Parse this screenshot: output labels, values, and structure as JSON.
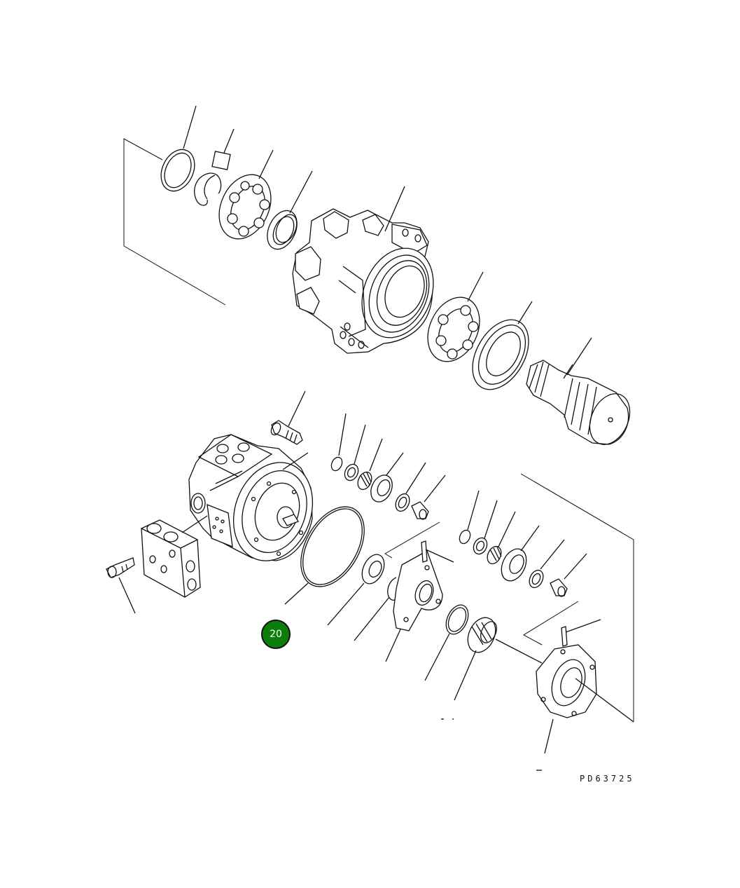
{
  "drawing_number": "PD63725",
  "callouts": [
    {
      "label": "20",
      "color": "#0a7d0a"
    }
  ],
  "icons": [
    "exploded-parts-diagram"
  ]
}
